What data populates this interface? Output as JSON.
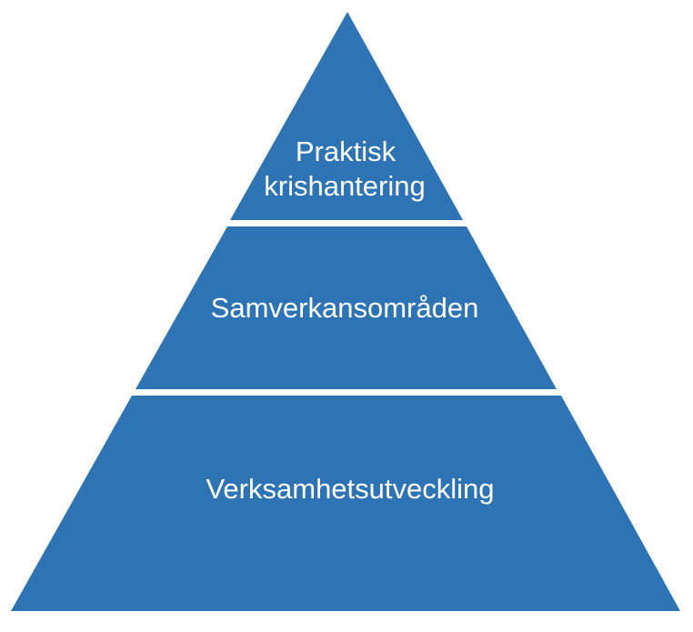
{
  "diagram": {
    "type": "pyramid",
    "levels": [
      {
        "id": "top",
        "label": "Praktisk krishantering",
        "lines": [
          "Praktisk",
          "krishantering"
        ]
      },
      {
        "id": "middle",
        "label": "Samverkansområden"
      },
      {
        "id": "bottom",
        "label": "Verksamhetsutveckling"
      }
    ],
    "colors": {
      "level_fill": "#2E74B5",
      "divider": "#FFFFFF",
      "label_text": "#FFFFFF",
      "background": "#FFFFFF"
    }
  }
}
